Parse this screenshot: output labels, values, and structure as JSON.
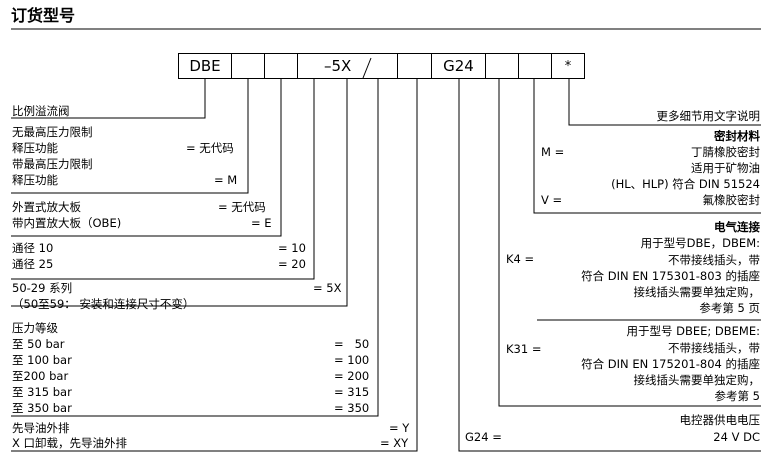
{
  "title": "订货型号",
  "code": {
    "c1": "DBE",
    "c2": "",
    "c3": "",
    "c4": "",
    "c5": "–5X",
    "c6": "",
    "c7": "G24",
    "c8": "",
    "c9": "*"
  },
  "left": {
    "valve": "比例溢流阀",
    "no_limit_1": "无最高压力限制",
    "no_limit_2": "释压功能",
    "no_limit_code": "= 无代码",
    "with_limit_1": "带最高压力限制",
    "with_limit_2": "释压功能",
    "with_limit_code": "= M",
    "ext_amp": "外置式放大板",
    "ext_amp_code": "= 无代码",
    "int_amp": "带内置放大板（OBE)",
    "int_amp_code": "= E",
    "size10": "通径 10",
    "size10_code": "= 10",
    "size25": "通径 25",
    "size25_code": "= 20",
    "series": "50-29 系列",
    "series_code": "= 5X",
    "series_note": "（50至59： 安装和连接尺寸不变）",
    "pressure_title": "压力等级",
    "p50": "至 50 bar",
    "p50_code": "=   50",
    "p100": "至 100 bar",
    "p100_code": "= 100",
    "p200": "至200 bar",
    "p200_code": "= 200",
    "p315": "至 315 bar",
    "p315_code": "= 315",
    "p350": "至 350 bar",
    "p350_code": "= 350",
    "pilot_ext": "先导油外排",
    "pilot_ext_code": "= Y",
    "pilot_x": "X 口卸载，先导油外排",
    "pilot_x_code": "= XY"
  },
  "right": {
    "more": "更多细节用文字说明",
    "seal_title": "密封材料",
    "m_code": "M =",
    "m1": "丁腈橡胶密封",
    "m2": "适用于矿物油",
    "m3": "(HL、HLP) 符合 DIN 51524",
    "v_code": "V =",
    "v1": "氟橡胶密封",
    "conn_title": "电气连接",
    "k4_1": "用于型号DBE，DBEM:",
    "k4_code": "K4 =",
    "k4_2": "不带接线插头，带",
    "k4_3": "符合 DIN EN 175301-803 的插座",
    "k4_4": "接线插头需要单独定购，",
    "k4_5": "参考第 5 页",
    "k31_1": "用于型号 DBEE; DBEME:",
    "k31_code": "K31 =",
    "k31_2": "不带接线插头，带",
    "k31_3": "符合 DIN EN 175201-804 的插座",
    "k31_4": "接线插头需要单独定购，",
    "k31_5": "参考第 5",
    "supply_title": "电控器供电电压",
    "g24_code": "G24 =",
    "g24_val": "24 V DC"
  }
}
